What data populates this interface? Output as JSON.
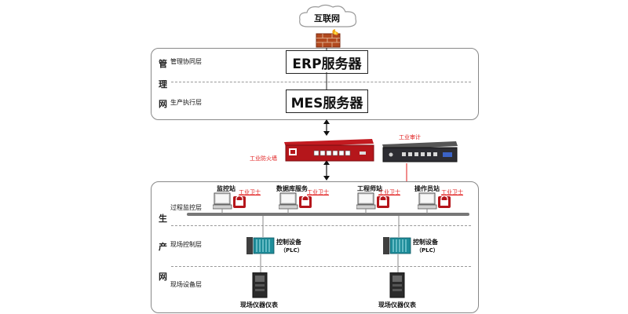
{
  "internet": {
    "label": "互联网"
  },
  "management_network": {
    "side_chars": [
      "管",
      "理",
      "网"
    ],
    "layers": [
      {
        "label": "管理协同层",
        "server": "ERP服务器"
      },
      {
        "label": "生产执行层",
        "server": "MES服务器"
      }
    ]
  },
  "security_devices": {
    "firewall_label": "工业防火墙",
    "audit_label": "工业审计"
  },
  "production_network": {
    "side_chars": [
      "生",
      "产",
      "网"
    ],
    "layers": {
      "process_monitoring": "过程监控层",
      "field_control": "现场控制层",
      "field_device": "现场设备层"
    },
    "stations": [
      {
        "name": "监控站",
        "guard": "工业卫士"
      },
      {
        "name": "数据库服务",
        "guard": "工业卫士"
      },
      {
        "name": "工程师站",
        "guard": "工业卫士"
      },
      {
        "name": "操作员站",
        "guard": "工业卫士"
      }
    ],
    "controllers": [
      {
        "line1": "控制设备",
        "line2": "（PLC）"
      },
      {
        "line1": "控制设备",
        "line2": "（PLC）"
      }
    ],
    "instruments": [
      {
        "label": "现场仪器仪表"
      },
      {
        "label": "现场仪器仪表"
      }
    ]
  },
  "colors": {
    "accent_red": "#e01a1a",
    "device_red": "#b5161b",
    "border_gray": "#888888"
  }
}
